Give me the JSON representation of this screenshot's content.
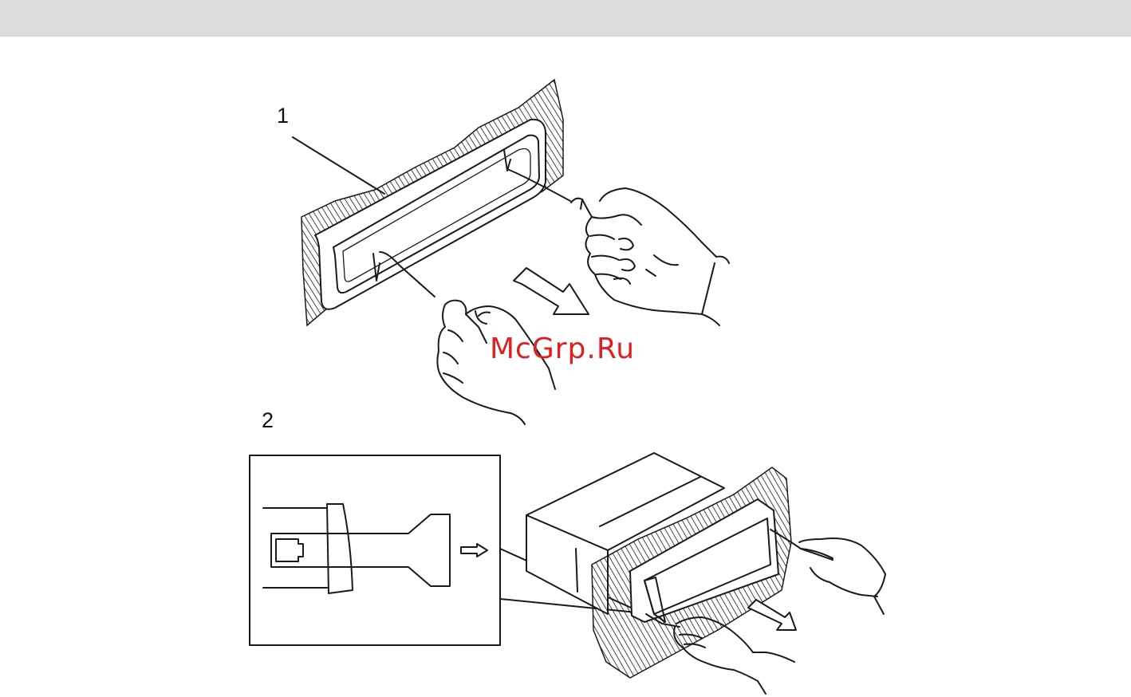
{
  "labels": {
    "step1": "1",
    "step2": "2"
  },
  "watermark": "McGrp.Ru",
  "colors": {
    "header_bar": "#dcdcdc",
    "ink": "#1a1a1a",
    "watermark": "#e02020"
  }
}
